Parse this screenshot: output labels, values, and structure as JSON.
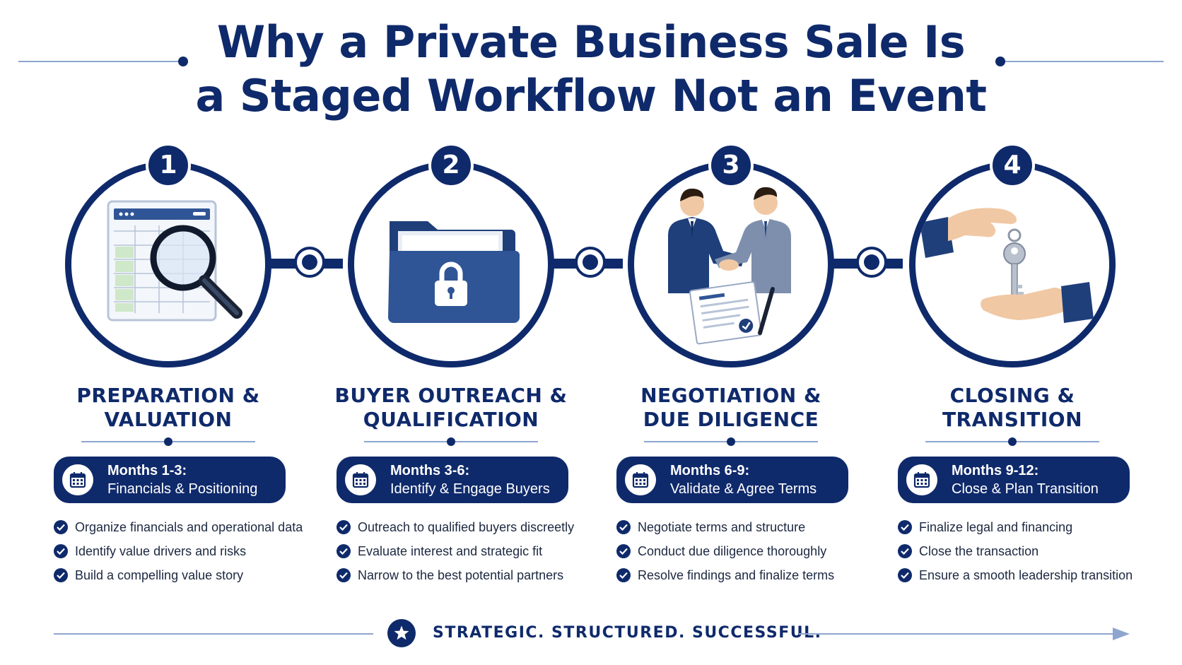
{
  "header": {
    "title_line1": "Why a Private Business Sale Is",
    "title_line2": "a Staged Workflow Not an Event"
  },
  "colors": {
    "navy": "#0f2a6b",
    "light_rule": "#8ea6cf",
    "folder_blue": "#2f5596"
  },
  "steps": [
    {
      "number": "1",
      "title_line1": "PREPARATION &",
      "title_line2": "VALUATION",
      "months": "Months 1-3:",
      "desc": "Financials & Positioning",
      "icon": "spreadsheet-magnifier-icon",
      "bullets": [
        "Organize financials and operational data",
        "Identify value drivers and risks",
        "Build a compelling value story"
      ]
    },
    {
      "number": "2",
      "title_line1": "BUYER OUTREACH &",
      "title_line2": "QUALIFICATION",
      "months": "Months 3-6:",
      "desc": "Identify & Engage Buyers",
      "icon": "locked-folder-icon",
      "bullets": [
        "Outreach to qualified buyers discreetly",
        "Evaluate interest and strategic fit",
        "Narrow to the best potential partners"
      ]
    },
    {
      "number": "3",
      "title_line1": "NEGOTIATION &",
      "title_line2": "DUE DILIGENCE",
      "months": "Months 6-9:",
      "desc": "Validate & Agree Terms",
      "icon": "handshake-contract-icon",
      "bullets": [
        "Negotiate terms and structure",
        "Conduct due diligence thoroughly",
        "Resolve findings and finalize terms"
      ]
    },
    {
      "number": "4",
      "title_line1": "CLOSING &",
      "title_line2": "TRANSITION",
      "months": "Months 9-12:",
      "desc": "Close & Plan Transition",
      "icon": "key-handover-icon",
      "bullets": [
        "Finalize legal and financing",
        "Close the transaction",
        "Ensure a smooth leadership transition"
      ]
    }
  ],
  "footer": {
    "tagline": "STRATEGIC. STRUCTURED. SUCCESSFUL.",
    "icon": "star-icon"
  }
}
